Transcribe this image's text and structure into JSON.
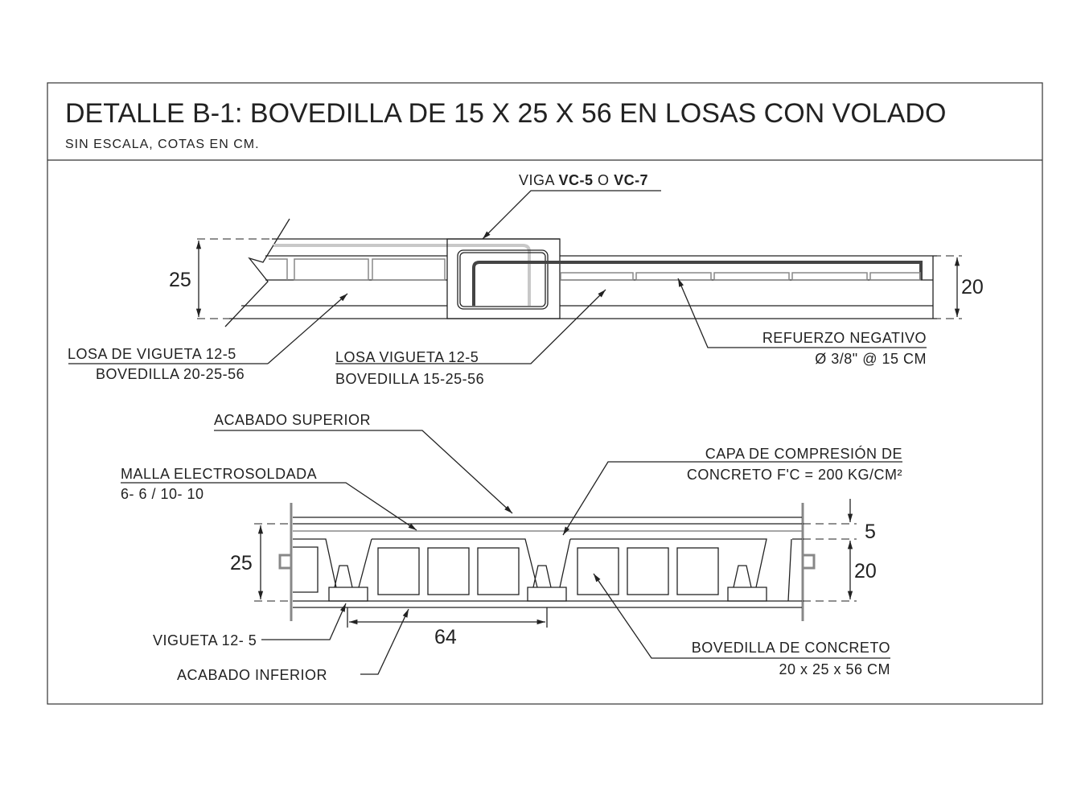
{
  "title": "DETALLE B-1: BOVEDILLA DE 15 X 25 X 56 EN LOSAS CON VOLADO",
  "subtitle": "SIN ESCALA, COTAS EN CM.",
  "top_section": {
    "viga_label_prefix": "VIGA ",
    "viga_a": "VC-5",
    "viga_mid": " O ",
    "viga_b": "VC-7",
    "dim_left": "25",
    "dim_right": "20",
    "losa_left_line1": "LOSA  DE VIGUETA 12-5",
    "losa_left_line2": "BOVEDILLA 20-25-56",
    "losa_mid_line1": "LOSA VIGUETA 12-5",
    "losa_mid_line2": "BOVEDILLA 15-25-56",
    "refuerzo_line1": "REFUERZO NEGATIVO",
    "refuerzo_line2": "Ø 3/8\"  @ 15 CM"
  },
  "bottom_section": {
    "acabado_superior": "ACABADO SUPERIOR",
    "capa_line1": "CAPA DE COMPRESIÓN DE",
    "capa_line2": "CONCRETO F'C = 200 KG/CM²",
    "malla_line1": "MALLA ELECTROSOLDADA",
    "malla_line2": "6- 6 / 10- 10",
    "dim_left": "25",
    "dim_right_top": "5",
    "dim_right_bottom": "20",
    "dim_spacing": "64",
    "vigueta": "VIGUETA 12- 5",
    "acabado_inferior": "ACABADO INFERIOR",
    "bovedilla_line1": "BOVEDILLA DE CONCRETO",
    "bovedilla_line2": "20 x 25 x 56 CM"
  }
}
